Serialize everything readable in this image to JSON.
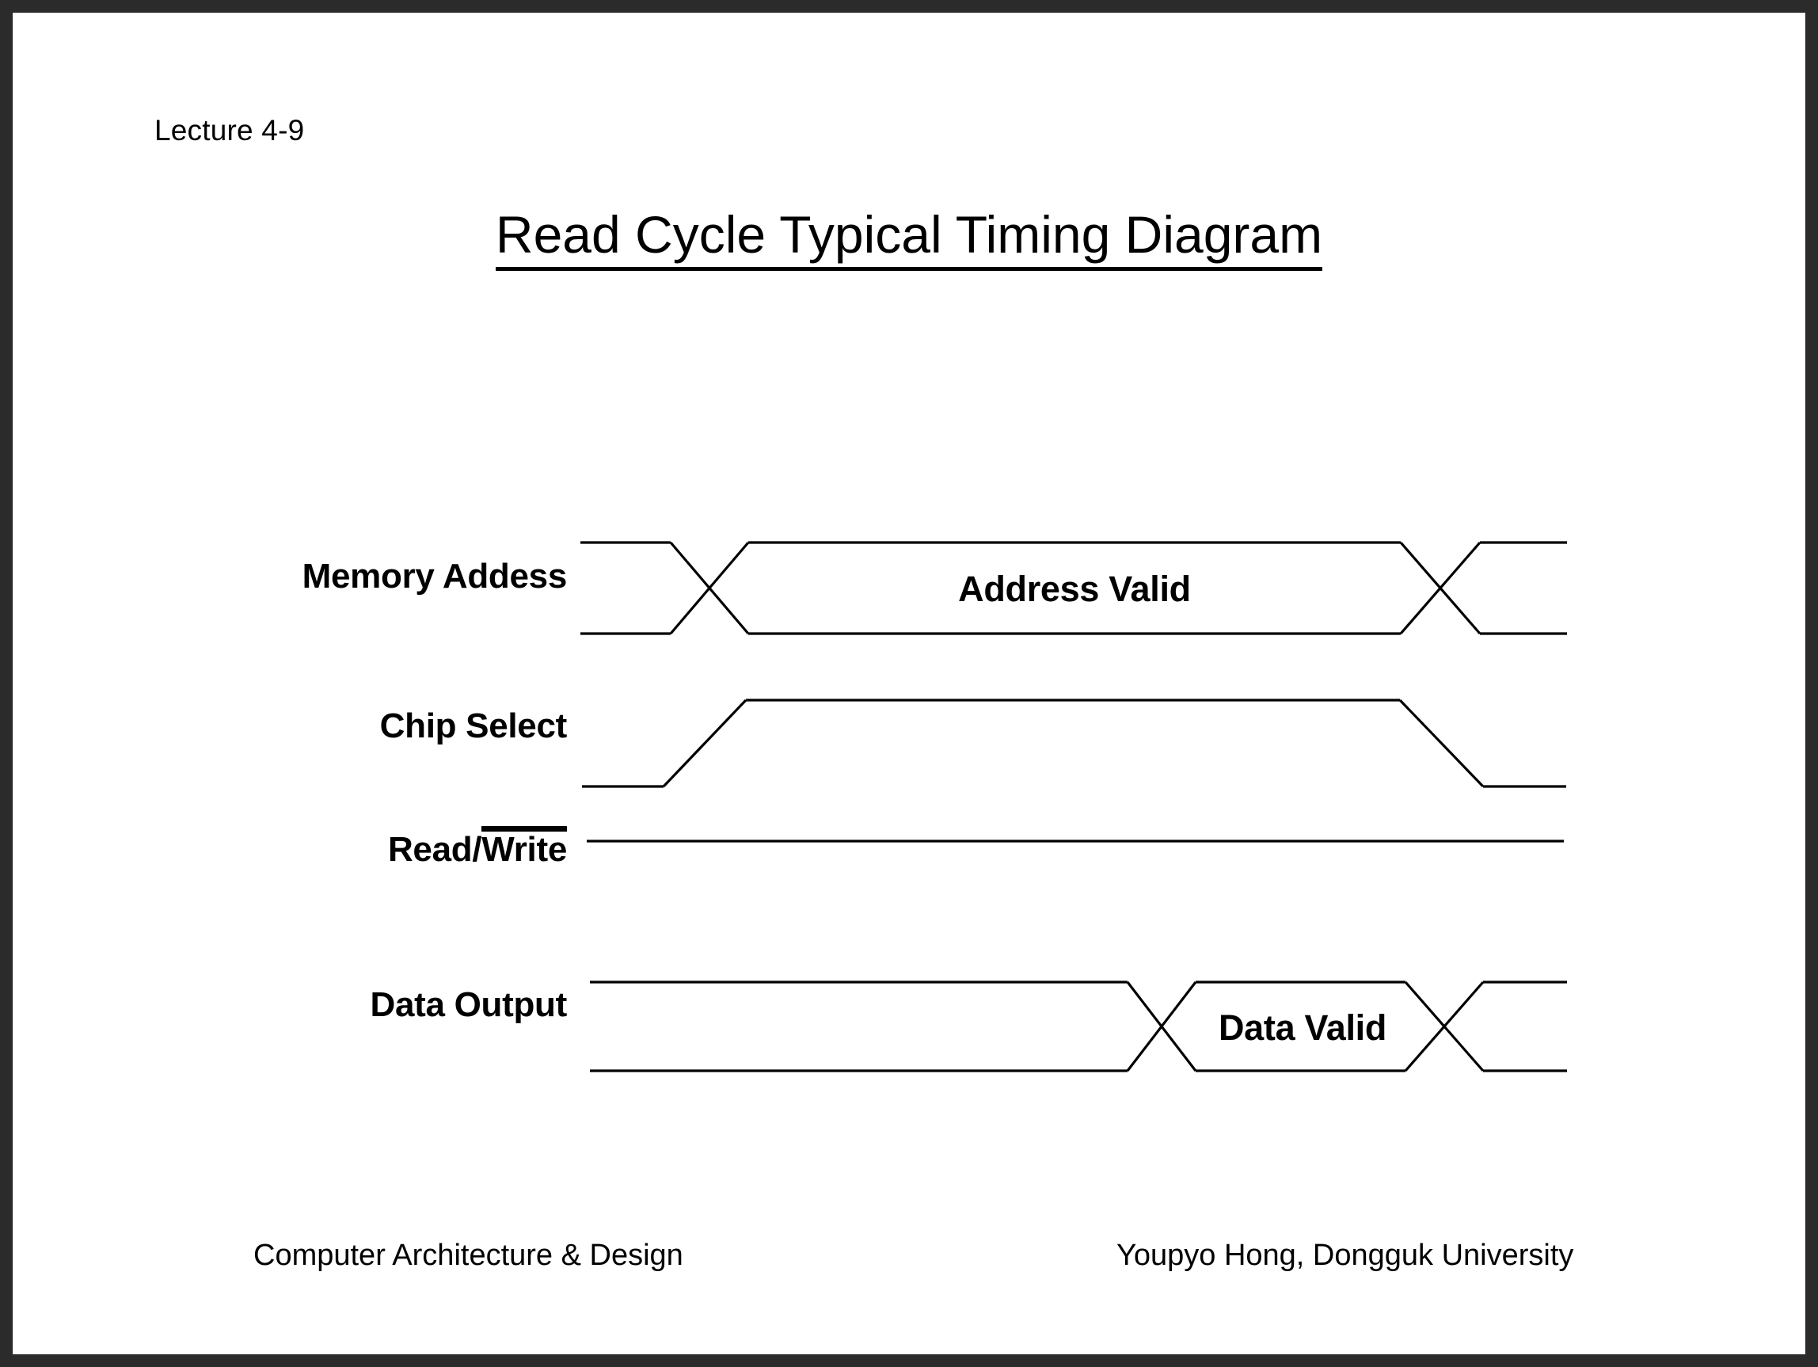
{
  "slide": {
    "lecture_tag": "Lecture 4-9",
    "title": "Read Cycle Typical Timing Diagram",
    "background_color": "#ffffff",
    "border_color": "#2b2b2b",
    "line_color": "#000000"
  },
  "signals": [
    {
      "id": "memory-address",
      "label": "Memory Addess",
      "overbar": false,
      "value_text": "Address Valid",
      "kind": "bus"
    },
    {
      "id": "chip-select",
      "label": "Chip Select",
      "overbar": false,
      "value_text": "",
      "kind": "logic"
    },
    {
      "id": "read-write",
      "label_prefix": "Read/",
      "label_overbar": "Write",
      "label": "Read/Write",
      "overbar": true,
      "value_text": "",
      "kind": "level"
    },
    {
      "id": "data-output",
      "label": "Data Output",
      "overbar": false,
      "value_text": "Data Valid",
      "kind": "bus"
    }
  ],
  "waveform_annotations": {
    "address_valid": "Address Valid",
    "data_valid": "Data Valid"
  },
  "footer": {
    "left": "Computer Architecture & Design",
    "right": "Youpyo Hong, Dongguk University"
  }
}
